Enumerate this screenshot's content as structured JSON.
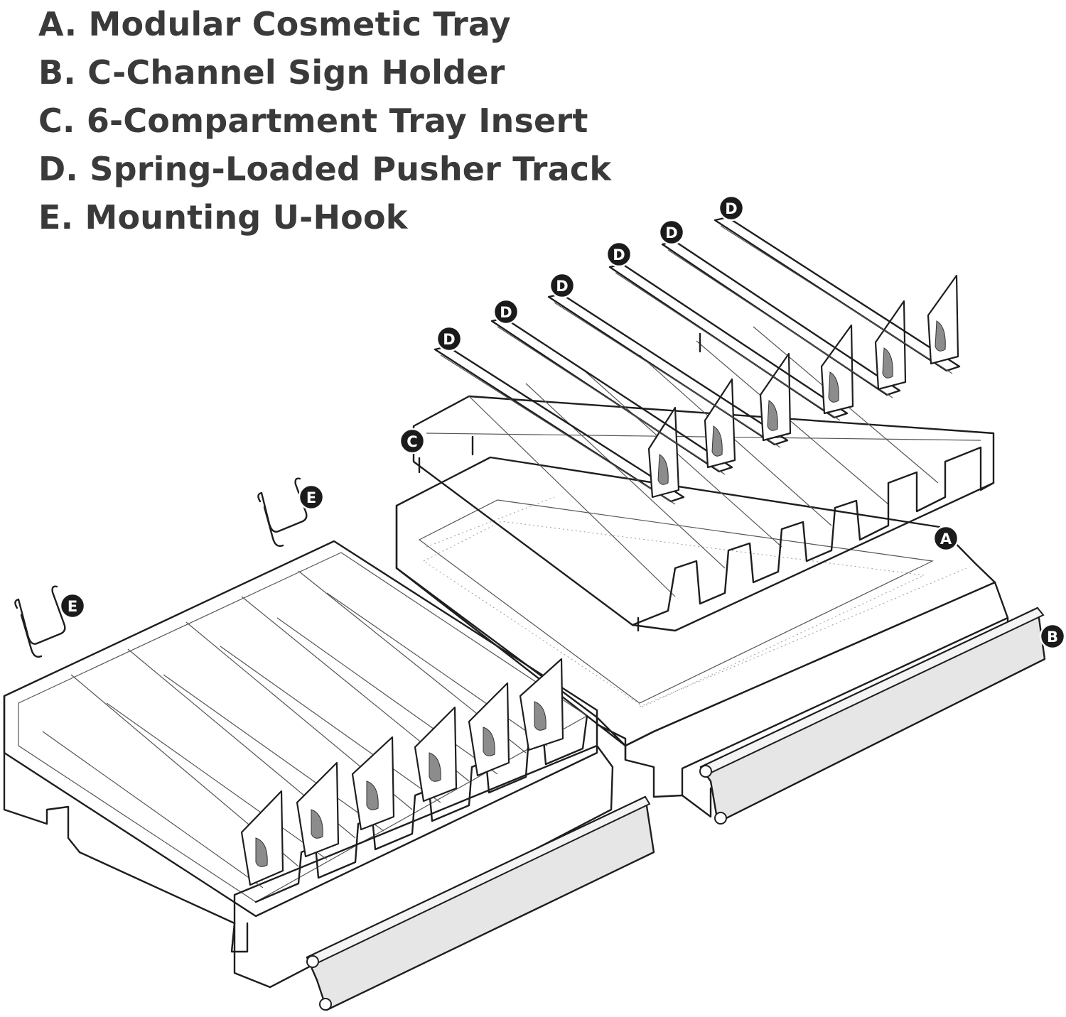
{
  "legend": [
    {
      "letter": "A",
      "text": "A. Modular Cosmetic Tray"
    },
    {
      "letter": "B",
      "text": "B. C-Channel Sign Holder"
    },
    {
      "letter": "C",
      "text": "C. 6-Compartment Tray Insert"
    },
    {
      "letter": "D",
      "text": "D. Spring-Loaded Pusher Track"
    },
    {
      "letter": "E",
      "text": "E. Mounting U-Hook"
    }
  ],
  "callouts": {
    "a": "A",
    "b": "B",
    "c": "C",
    "d": "D",
    "e": "E"
  },
  "colors": {
    "text": "#3a3a3a",
    "callout_fill": "#1b1b1b",
    "line": "#1e1e1e",
    "pusher_shade": "#8c8c8c",
    "sign_holder": "#e6e6e6"
  }
}
